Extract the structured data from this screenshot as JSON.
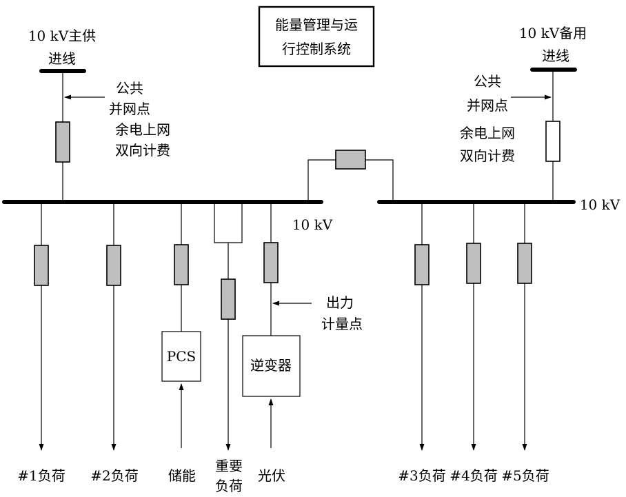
{
  "diagram": {
    "title": {
      "line1": "能量管理与运",
      "line2": "行控制系统"
    },
    "main_feeder": {
      "line1": "10 kV主供",
      "line2": "进线"
    },
    "backup_feeder": {
      "line1": "10 kV备用",
      "line2": "进线"
    },
    "left_pcc": {
      "line1": "公共",
      "line2": "并网点",
      "line3": "余电上网",
      "line4": "双向计费"
    },
    "right_pcc": {
      "line1": "公共",
      "line2": "并网点",
      "line3": "余电上网",
      "line4": "双向计费"
    },
    "left_bus_label": "10 kV",
    "right_bus_label": "10 kV",
    "output_meter": {
      "line1": "出力",
      "line2": "计量点"
    },
    "pcs": "PCS",
    "inverter": "逆变器",
    "loads": {
      "load1": "#1负荷",
      "load2": "#2负荷",
      "storage": "储能",
      "important_line1": "重要",
      "important_line2": "负荷",
      "pv": "光伏",
      "load3": "#3负荷",
      "load4": "#4负荷",
      "load5": "#5负荷"
    },
    "colors": {
      "line": "#000000",
      "switch_closed": "#bfbfbf",
      "switch_open": "#ffffff",
      "background": "#ffffff"
    }
  }
}
